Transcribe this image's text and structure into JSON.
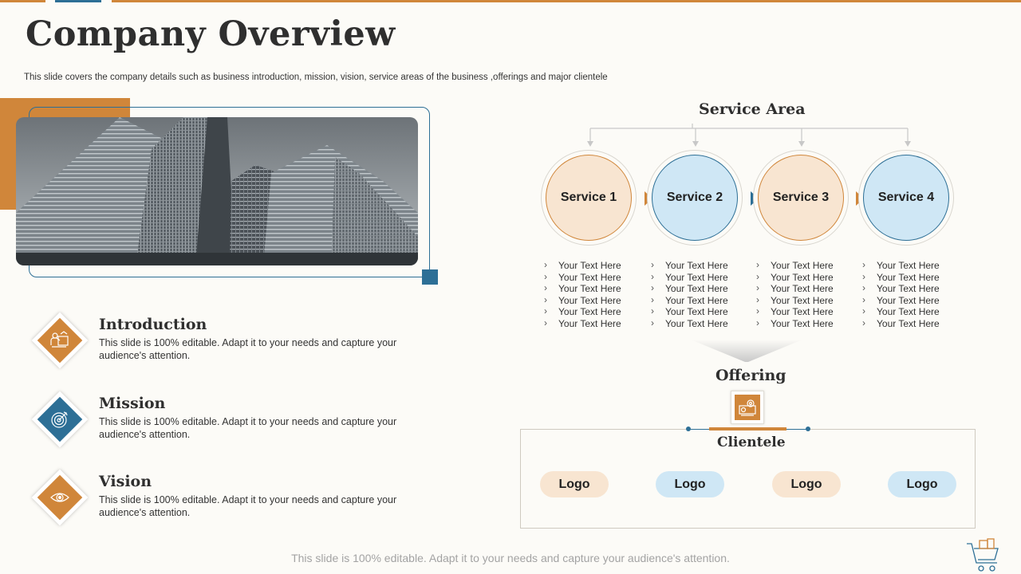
{
  "header": {
    "title": "Company Overview",
    "subtitle": "This slide covers the company details such as business introduction, mission, vision, service areas of the business ,offerings and major clientele"
  },
  "info_items": [
    {
      "title": "Introduction",
      "text": "This slide is 100% editable. Adapt it to your needs and capture your audience's attention.",
      "icon": "presentation-icon",
      "color": "#d0863a"
    },
    {
      "title": "Mission",
      "text": "This slide is 100% editable. Adapt it to your needs and capture your audience's attention.",
      "icon": "target-icon",
      "color": "#2d6f96"
    },
    {
      "title": "Vision",
      "text": "This slide is 100% editable. Adapt it to your needs and capture your audience's attention.",
      "icon": "eye-icon",
      "color": "#d0863a"
    }
  ],
  "service_area": {
    "title": "Service Area",
    "services": [
      {
        "label": "Service 1",
        "color": "orange",
        "bullets": [
          "Your Text Here",
          "Your Text Here",
          "Your Text Here",
          "Your Text Here",
          "Your Text Here",
          "Your Text Here"
        ]
      },
      {
        "label": "Service 2",
        "color": "blue",
        "bullets": [
          "Your Text Here",
          "Your Text Here",
          "Your Text Here",
          "Your Text Here",
          "Your Text Here",
          "Your Text Here"
        ]
      },
      {
        "label": "Service 3",
        "color": "orange",
        "bullets": [
          "Your Text Here",
          "Your Text Here",
          "Your Text Here",
          "Your Text Here",
          "Your Text Here",
          "Your Text Here"
        ]
      },
      {
        "label": "Service 4",
        "color": "blue",
        "bullets": [
          "Your Text Here",
          "Your Text Here",
          "Your Text Here",
          "Your Text Here",
          "Your Text Here",
          "Your Text Here"
        ]
      }
    ]
  },
  "offering": {
    "title": "Offering",
    "icon": "gears-icon"
  },
  "clientele": {
    "title": "Clientele",
    "logos": [
      "Logo",
      "Logo",
      "Logo",
      "Logo"
    ]
  },
  "footer": {
    "text": "This slide is 100% editable. Adapt it to your needs and capture your audience's attention."
  },
  "colors": {
    "accent_orange": "#d0863a",
    "accent_blue": "#2d6f96",
    "light_orange": "#f8e5d1",
    "light_blue": "#cfe7f5",
    "background": "#fcfbf7"
  }
}
